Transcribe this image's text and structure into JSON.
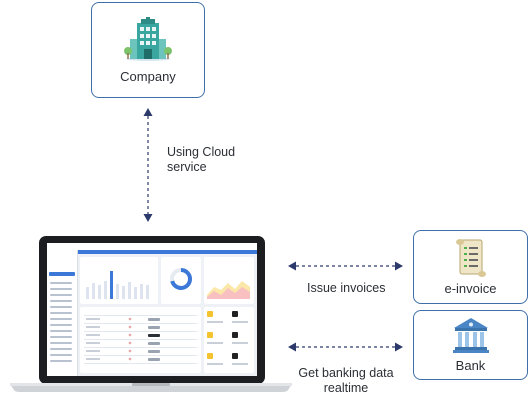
{
  "nodes": {
    "company": {
      "label": "Company",
      "icon": "office-building-icon"
    },
    "einvoice": {
      "label": "e-invoice",
      "icon": "receipt-scroll-icon"
    },
    "bank": {
      "label": "Bank",
      "icon": "bank-building-icon"
    },
    "laptop": {
      "icon": "laptop-dashboard-icon"
    }
  },
  "edges": {
    "cloud": {
      "label_line1": "Using Cloud",
      "label_line2": "service"
    },
    "issue": {
      "label": "Issue invoices"
    },
    "banking": {
      "label_line1": "Get banking data",
      "label_line2": "realtime"
    }
  },
  "colors": {
    "card_border": "#3f6fa8",
    "connector": "#2c3a6b",
    "building_teal": "#3aa6a0",
    "bank_blue": "#4a86c5"
  }
}
